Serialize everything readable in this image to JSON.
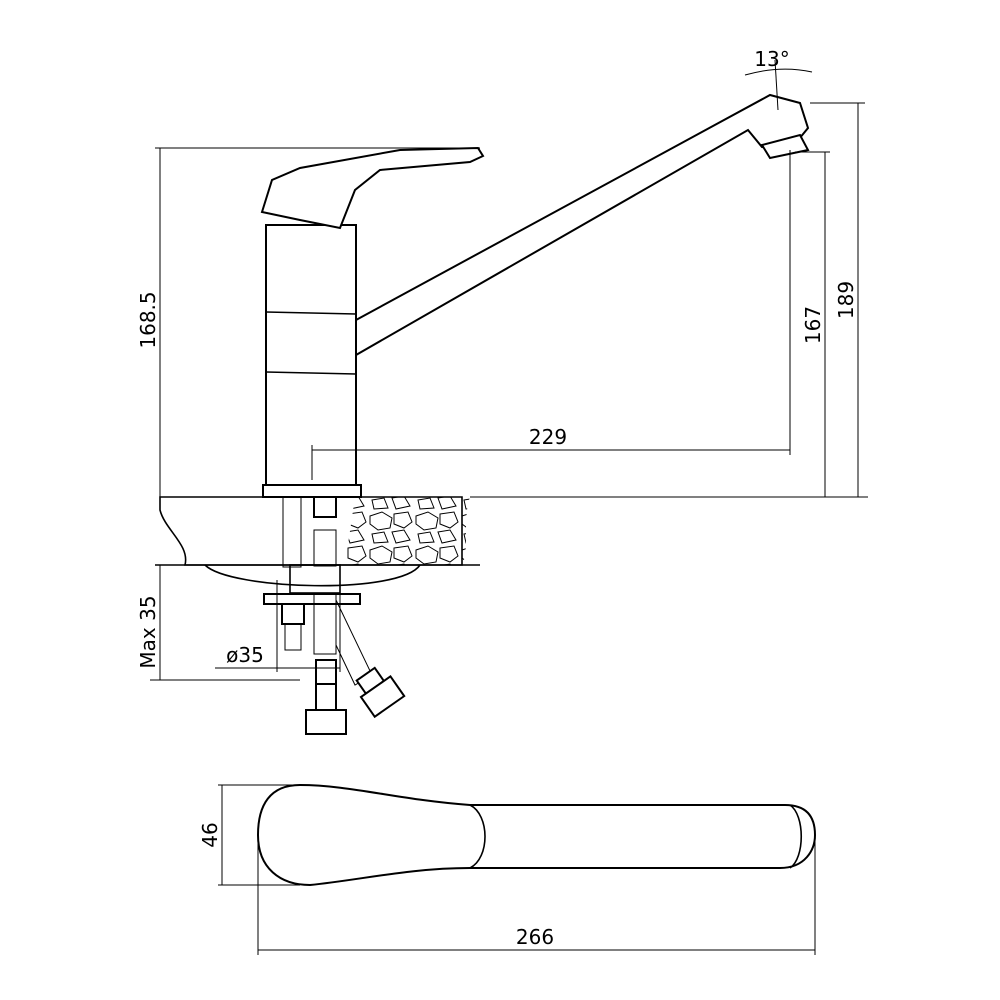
{
  "drawing": {
    "spout_angle": "13°",
    "total_height": "168.5",
    "spout_top_height": "189",
    "spout_outlet_height": "167",
    "spout_reach": "229",
    "max_countertop": "Max 35",
    "mount_hole_diameter": "ø35",
    "handle_width": "46",
    "overall_length": "266"
  },
  "colors": {
    "line": "#000000",
    "background": "#ffffff"
  }
}
